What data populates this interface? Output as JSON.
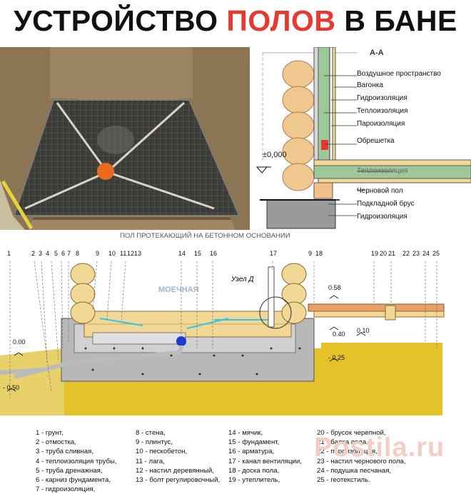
{
  "title": {
    "part1": "УСТРОЙСТВО ",
    "part2": "ПОЛОВ",
    "part3": " В БАНЕ"
  },
  "section_view": {
    "label": "А-А",
    "level_mark": "±0,000",
    "layers": [
      "Воздушное пространство",
      "Вагонка",
      "Гидроизоляция",
      "Теплоизоляция",
      "Пароизоляция",
      "Обрешетка",
      "Теплоизоляция",
      "Черновой пол",
      "Подкладной брус",
      "Гидроизоляция"
    ]
  },
  "bottom_diagram": {
    "caption": "ПОЛ ПРОТЕКАЮЩИЙ НА БЕТОННОМ ОСНОВАНИИ",
    "room_label": "МОЕЧНАЯ",
    "node_label": "Узел Д",
    "left_numbers": [
      "1",
      "2",
      "3",
      "4",
      "5",
      "6",
      "7",
      "8",
      "9",
      "10",
      "11",
      "12",
      "13",
      "14",
      "15",
      "16",
      "17"
    ],
    "right_numbers": [
      "9",
      "18",
      "19",
      "20",
      "21",
      "22",
      "23",
      "24",
      "25"
    ],
    "marks": {
      "m058": "0.58",
      "m040": "0.40",
      "m010": "0.10",
      "m000": "0.00",
      "m025": "- 0.25",
      "m050": "- 0.50"
    }
  },
  "legend": [
    [
      "1 - грунт,",
      "2 - отмостка,",
      "3 - труба сливная,",
      "4 - теплоизоляция трубы,",
      "5 - труба дренажная,",
      "6 - карниз фундамента,",
      "7 - гидроизоляция,"
    ],
    [
      "8 - стена,",
      "9 - плинтус,",
      "10 - пескобетон,",
      "11 - лага,",
      "12 - настил деревянный,",
      "13 - болт  регулировочный,"
    ],
    [
      "14 - мячик,",
      "15 - фундамент,",
      "16 - арматура,",
      "17 - канал вентиляции,",
      "18 - доска пола,",
      "19 - утеплитель,"
    ],
    [
      "20 - брусок черепной,",
      "21 - балка пола,",
      "22 - пароизоляция,",
      "23 - настил чернового пола,",
      "24 - подушка песчаная,",
      "25 - геотекстиль."
    ]
  ],
  "watermark": "Postila.ru",
  "colors": {
    "title_red": "#e53a32",
    "wood": "#f2d896",
    "concrete": "#b8b8b8",
    "sand": "#e6c22a",
    "insulation": "#9ec79a"
  }
}
